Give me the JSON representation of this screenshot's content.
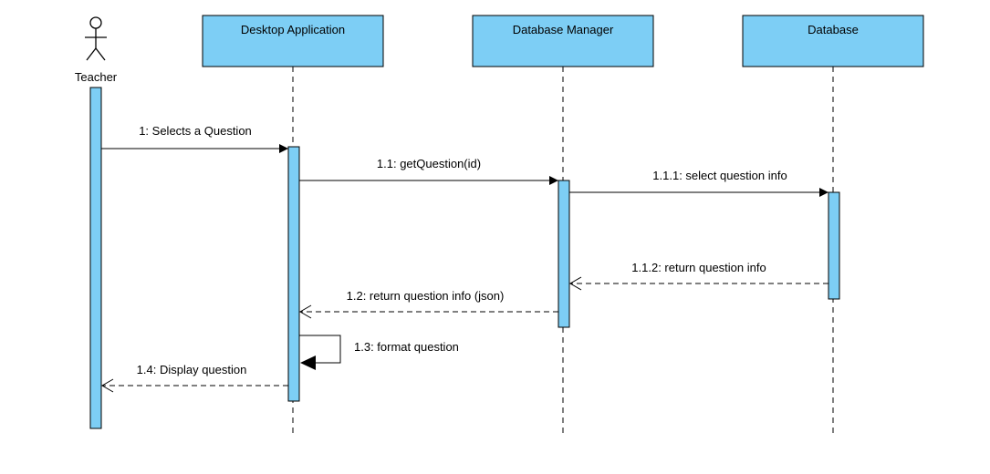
{
  "actor": {
    "name": "Teacher"
  },
  "lifelines": {
    "app": "Desktop Application",
    "dbm": "Database Manager",
    "db": "Database"
  },
  "messages": {
    "m1": "1: Selects a Question",
    "m11": "1.1: getQuestion(id)",
    "m111": "1.1.1: select question info",
    "m112": "1.1.2: return question info",
    "m12": "1.2: return question info (json)",
    "m13": "1.3: format question",
    "m14": "1.4: Display question"
  },
  "colors": {
    "box_fill": "#7dcef5",
    "box_stroke": "#000000",
    "line": "#000000"
  }
}
